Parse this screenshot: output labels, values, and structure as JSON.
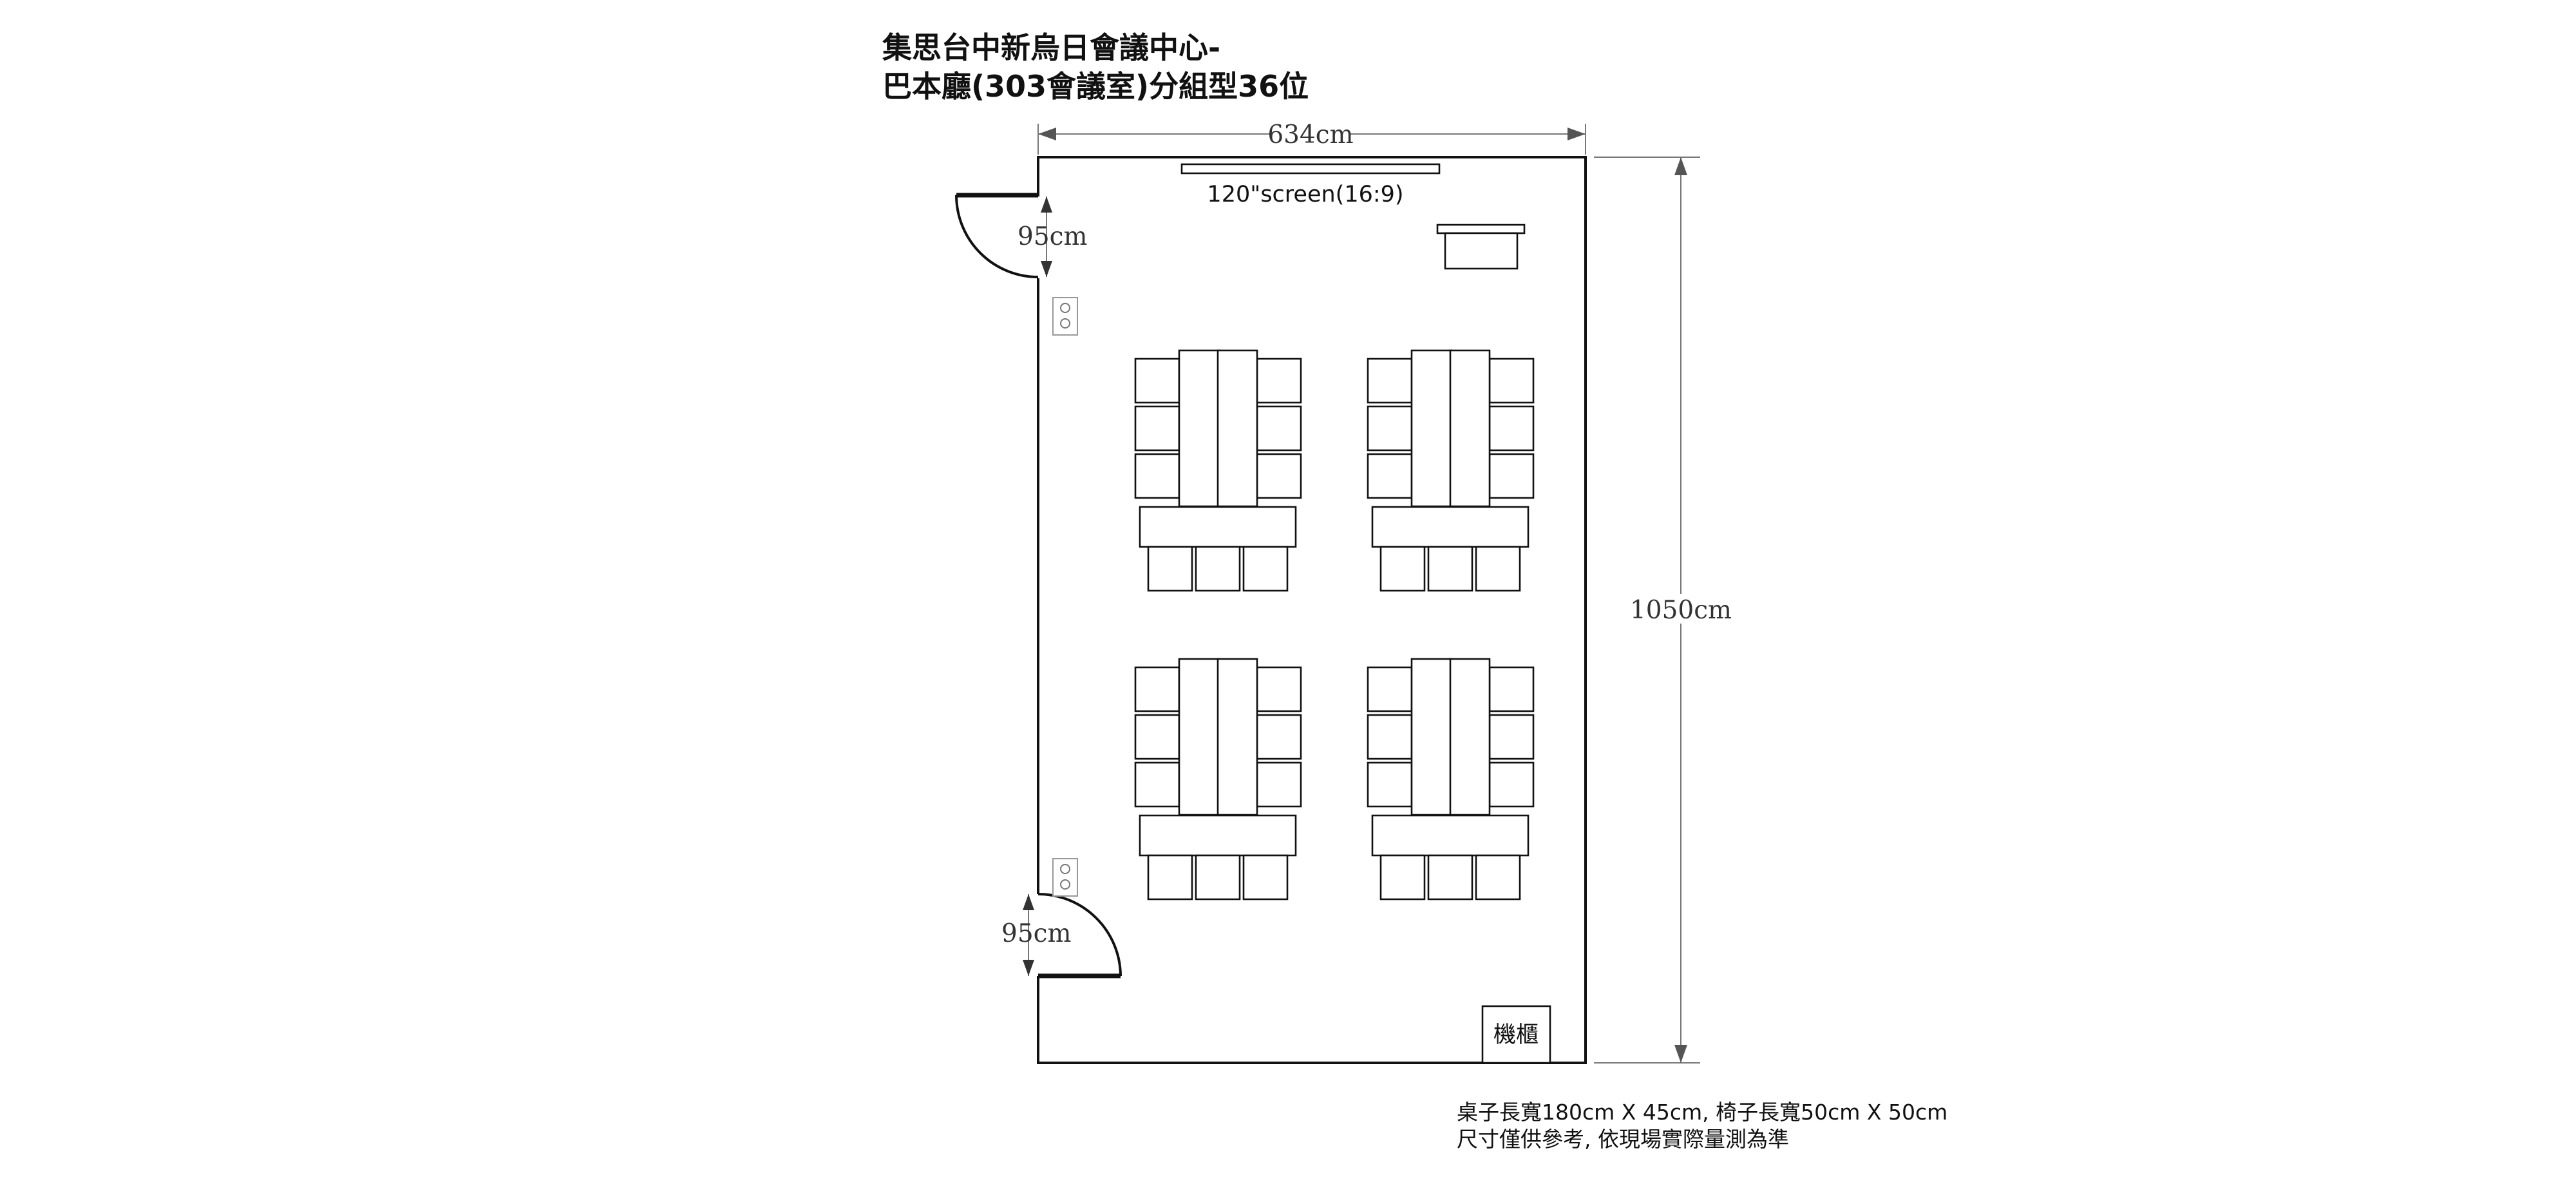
{
  "title": {
    "line1": "集思台中新烏日會議中心-",
    "line2": "巴本廳(303會議室)分組型36位"
  },
  "dimensions": {
    "width": "634cm",
    "length": "1050cm",
    "door_top": "95cm",
    "door_bottom": "95cm"
  },
  "labels": {
    "screen": "120\"screen(16:9)",
    "cabinet": "機櫃"
  },
  "notes": {
    "line1": "桌子長寬180cm X 45cm, 椅子長寬50cm X 50cm",
    "line2": "尺寸僅供參考, 依現場實際量測為準"
  },
  "layout": {
    "type": "分組型",
    "groups": 4,
    "seats_per_group": 9,
    "total_seats": 36
  }
}
